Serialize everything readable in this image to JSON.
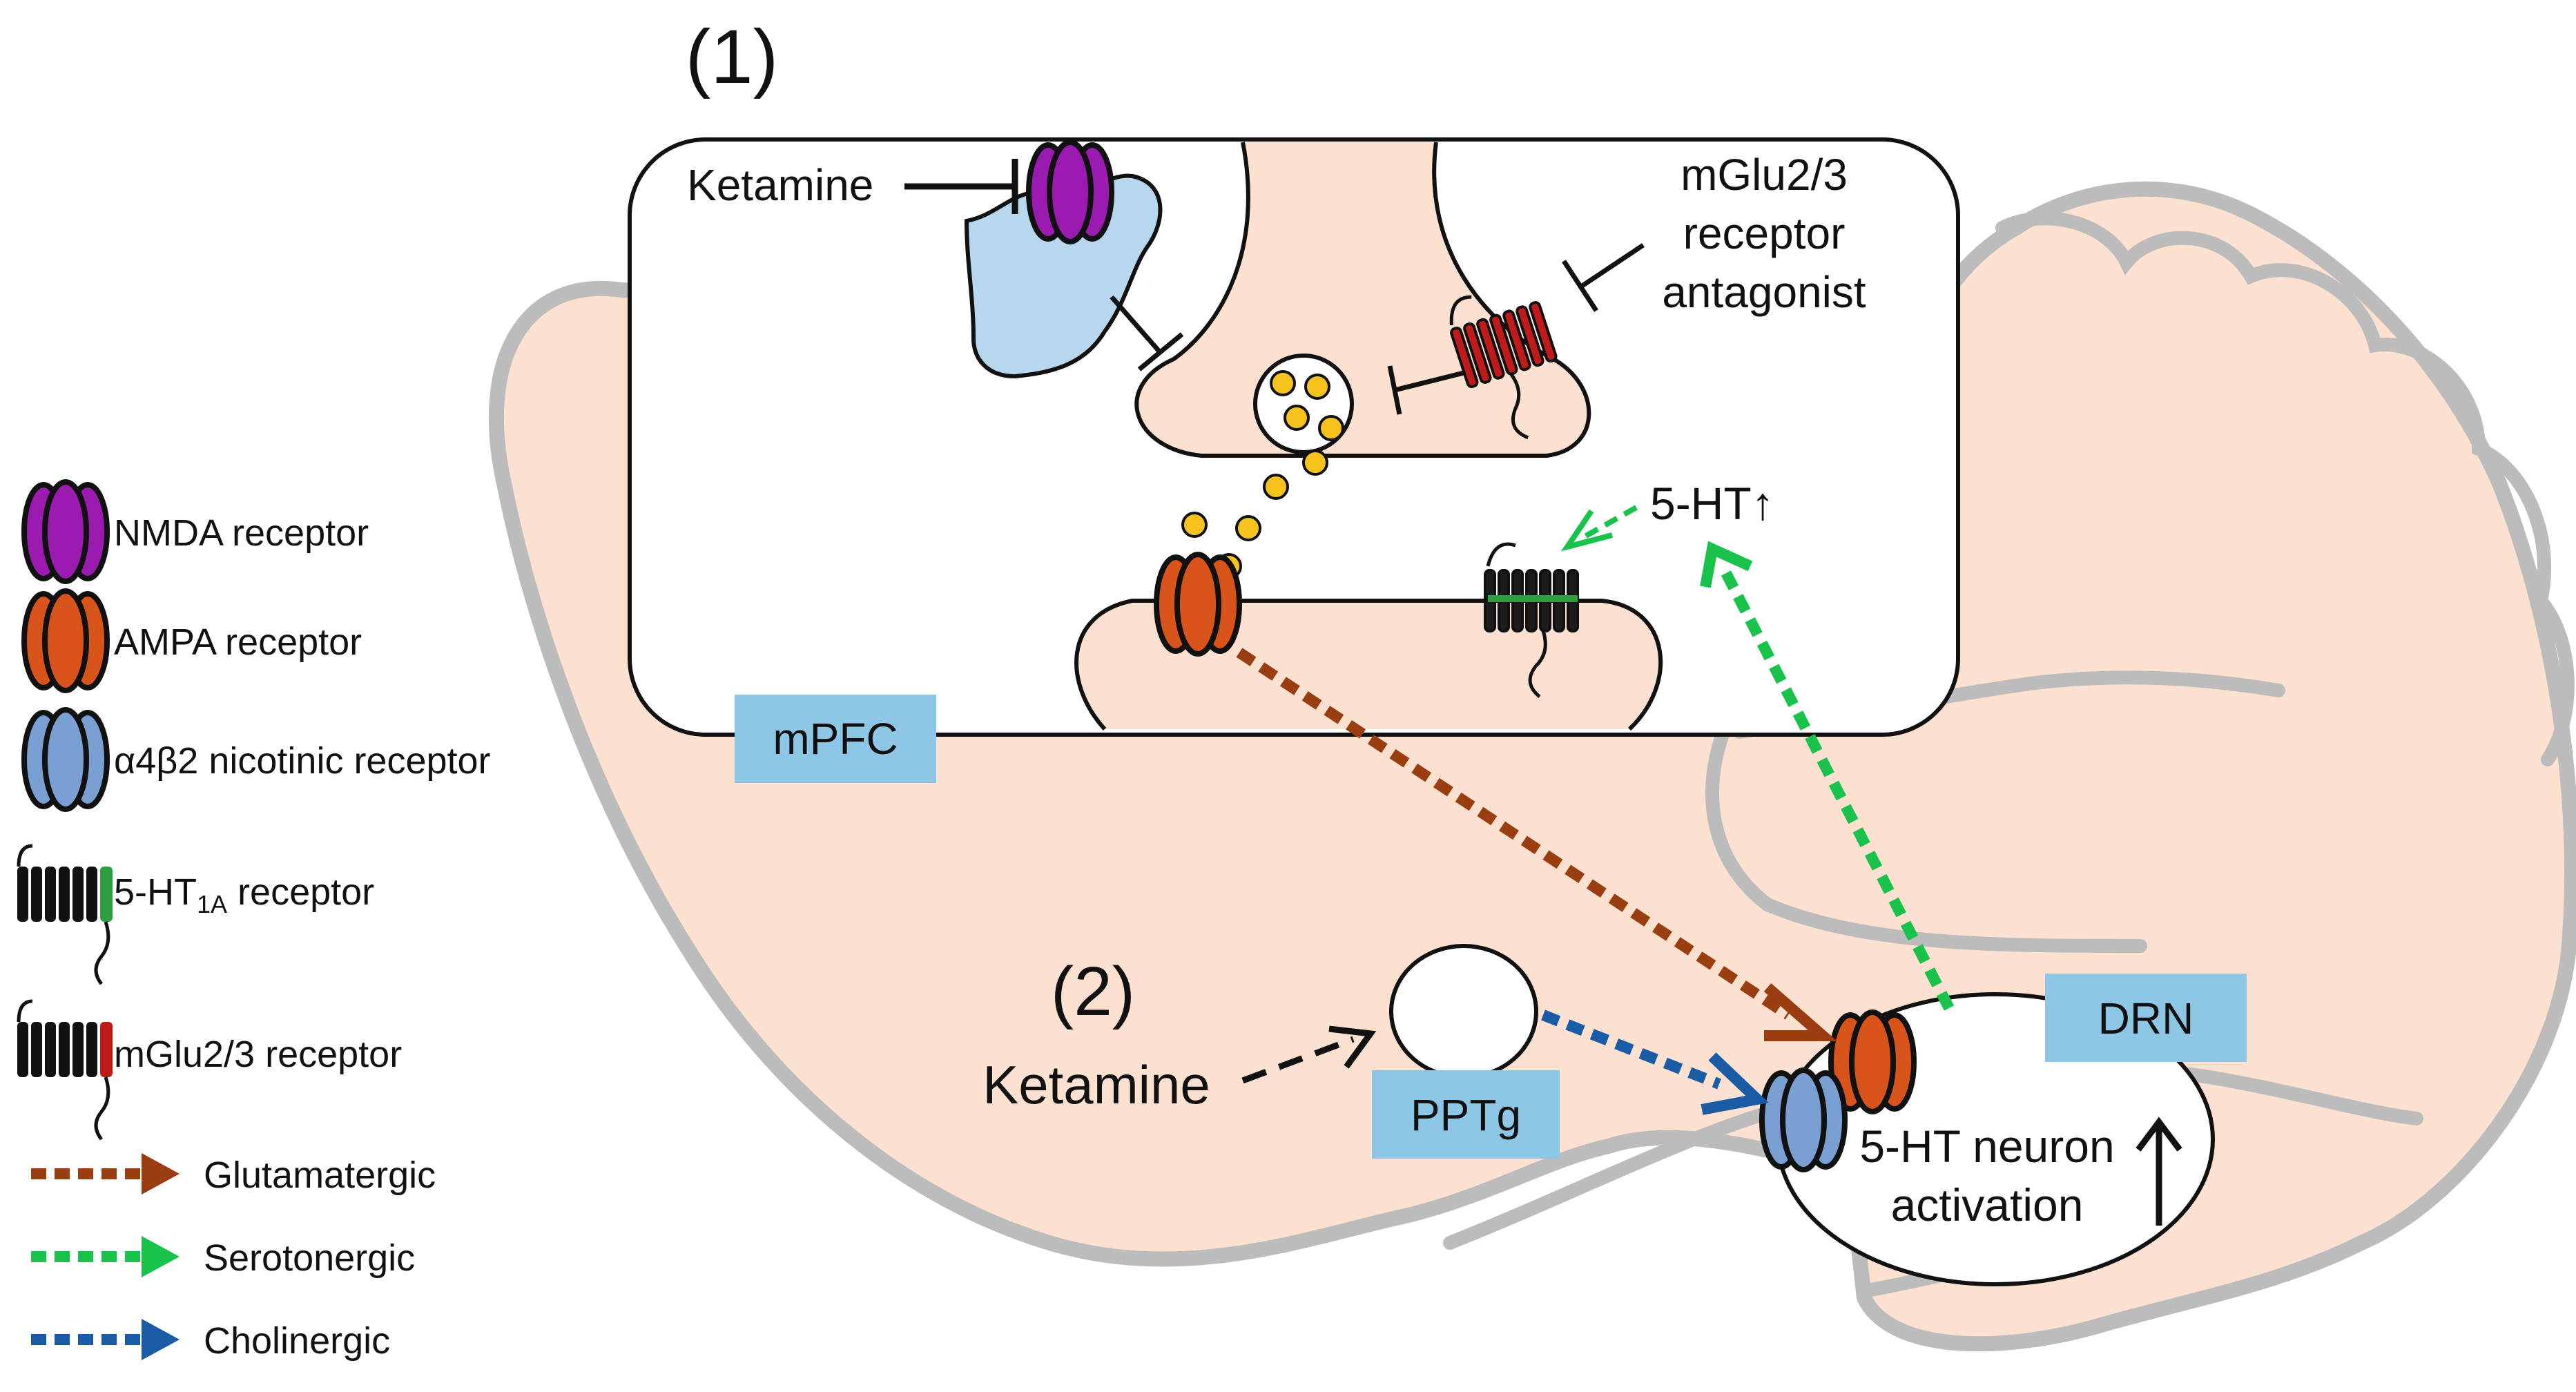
{
  "panel_labels": {
    "p1": "(1)",
    "p2": "(2)"
  },
  "synapse": {
    "ketamine": "Ketamine",
    "antagonist_line1": "mGlu2/3",
    "antagonist_line2": "receptor",
    "antagonist_line3": "antagonist",
    "serotonin_up": "5-HT↑"
  },
  "regions": {
    "mpfc": "mPFC",
    "pptg": "PPTg",
    "drn": "DRN"
  },
  "pathway": {
    "ketamine": "Ketamine",
    "neuron_line1": "5-HT neuron",
    "neuron_line2": "activation"
  },
  "legend": {
    "nmda": "NMDA receptor",
    "ampa": "AMPA receptor",
    "nicotinic": "α4β2 nicotinic receptor",
    "ht1a_prefix": "5-HT",
    "ht1a_sub": "1A",
    "ht1a_suffix": " receptor",
    "mglu": "mGlu2/3 receptor",
    "glutamatergic": "Glutamatergic",
    "serotonergic": "Serotonergic",
    "cholinergic": "Cholinergic"
  },
  "colors": {
    "brain_fill": "#fce0d0",
    "brain_outline": "#bcbcbc",
    "nmda": "#9b1bb0",
    "ampa": "#d9541b",
    "nicotinic": "#7a9fd3",
    "region_box": "#8ec6e6",
    "glutamatergic": "#9a3e12",
    "serotonergic": "#18c24b",
    "cholinergic": "#1a5ba6",
    "vesicle": "#f7c21c",
    "astrocyte": "#b7d7ee",
    "mglu_accent": "#c01a1a",
    "ht1a_accent": "#2f9e3f"
  }
}
